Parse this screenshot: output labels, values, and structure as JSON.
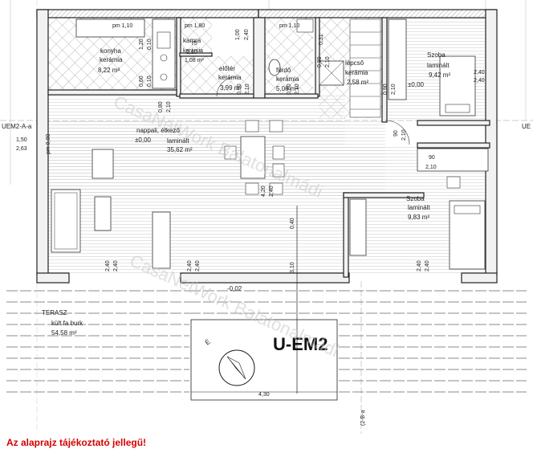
{
  "plan_label": "U-EM2",
  "north_label": "É",
  "disclaimer": "Az alaprajz tájékoztató jellegű!",
  "watermark": "CasaNetWork Balatonalmádi",
  "axis_labels": {
    "left": "UEM2-A-a",
    "right": "UE",
    "bottom": "(2-B-a"
  },
  "rooms": [
    {
      "name": "konyha",
      "floor": "kerámia",
      "area": "8,22 m²"
    },
    {
      "name": "kamra",
      "floor": "kerámia",
      "area": "1,08 m²"
    },
    {
      "name": "előtér",
      "floor": "kerámia",
      "area": "3,99 m²"
    },
    {
      "name": "fürdő",
      "floor": "kerámia",
      "area": "5,06 m²"
    },
    {
      "name": "lépcső",
      "floor": "kerámia",
      "area": "2,58 m²"
    },
    {
      "name": "Szoba",
      "floor": "laminált",
      "area": "9,42 m²",
      "level": "±0,00"
    },
    {
      "name": "nappali, étkező",
      "floor": "laminált",
      "area": "35,62 m²",
      "level": "±0,00"
    },
    {
      "name": "Szoba",
      "floor": "laminált",
      "area": "9,83 m²"
    },
    {
      "name": "TERASZ",
      "floor": "kült fa burk",
      "area": "54,58 m²",
      "level": "-0,02"
    }
  ],
  "dimensions": {
    "pm_kitchen": "pm 1,10",
    "pm_kamra": "pm 1,80",
    "pm_bath": "pm 1,10",
    "pm_living": "pm 0,00",
    "d_75": "75",
    "d_210a": "2,10",
    "d_100": "1,00",
    "d_240a": "2,40",
    "d_120": "1,20",
    "d_010": "0,10",
    "d_060": "0,60",
    "d_010b": "0,10",
    "d_080": "0,80",
    "d_210b": "2,10",
    "d_090a": "0,90",
    "d_210c": "2,10",
    "d_080b": "0,80",
    "d_210d": "2,10",
    "d_031": "0,31",
    "d_089": "0,89",
    "d_210e": "2,10",
    "d_090b": "0,90",
    "d_210f": "2,10",
    "d_240r1": "2,40",
    "d_240r2": "2,40",
    "d_150": "1,50",
    "d_263": "2,63",
    "d_90": "90",
    "d_210g": "2,10",
    "d_90b": "90",
    "d_210h": "2,10",
    "d_420": "4,20",
    "d_240c": "2,40",
    "d_040": "0,40",
    "d_310": "3,10",
    "d_240d": "2,40",
    "d_240e": "2,40",
    "d_240f": "2,40",
    "d_240g": "2,40",
    "d_240h": "2,40",
    "d_240i": "2,40",
    "d_430": "4,30"
  }
}
